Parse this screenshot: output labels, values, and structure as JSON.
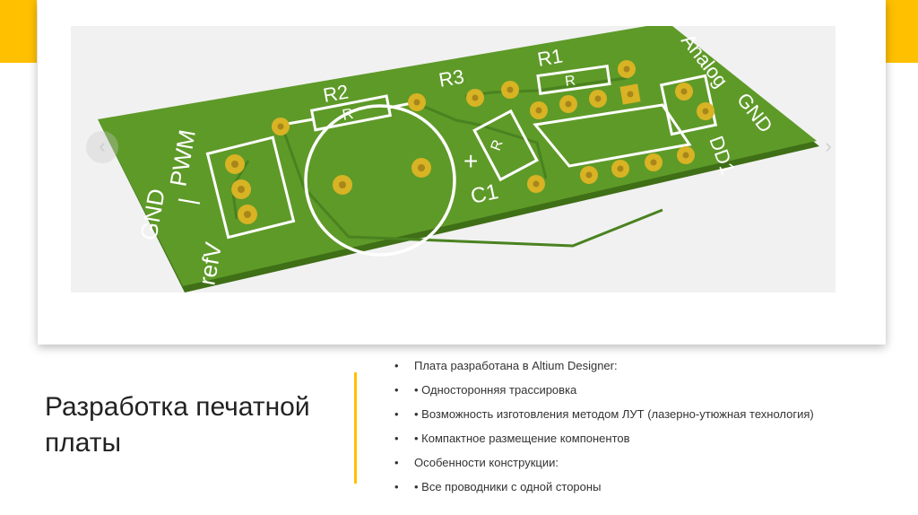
{
  "slide": {
    "title": "Разработка печатной платы",
    "bullets": [
      "Плата разработана в Altium Designer:",
      "• Односторонняя трассировка",
      "• Возможность изготовления методом ЛУТ (лазерно-утюжная технология)",
      "• Компактное размещение компонентов",
      "Особенности конструкции:",
      "• Все проводники с одной стороны"
    ],
    "bullet_marker": "•"
  },
  "pcb": {
    "labels": {
      "gnd_left": "GND",
      "pwm": "PWM",
      "sep": "|",
      "refv": "refV",
      "r2": "R2",
      "r3": "R3",
      "r1": "R1",
      "r_text": "R",
      "c1": "C1",
      "plus": "+",
      "analog": "Analog",
      "gnd_right": "GND",
      "dd1": "DD1"
    },
    "colors": {
      "board": "#5e9a28",
      "board_edge": "#3f6f16",
      "pad": "#d8b324",
      "silkscreen": "#ffffff"
    }
  },
  "nav": {
    "prev_icon": "‹",
    "next_icon": "›"
  },
  "colors": {
    "accent": "#ffc000",
    "text": "#222222"
  }
}
